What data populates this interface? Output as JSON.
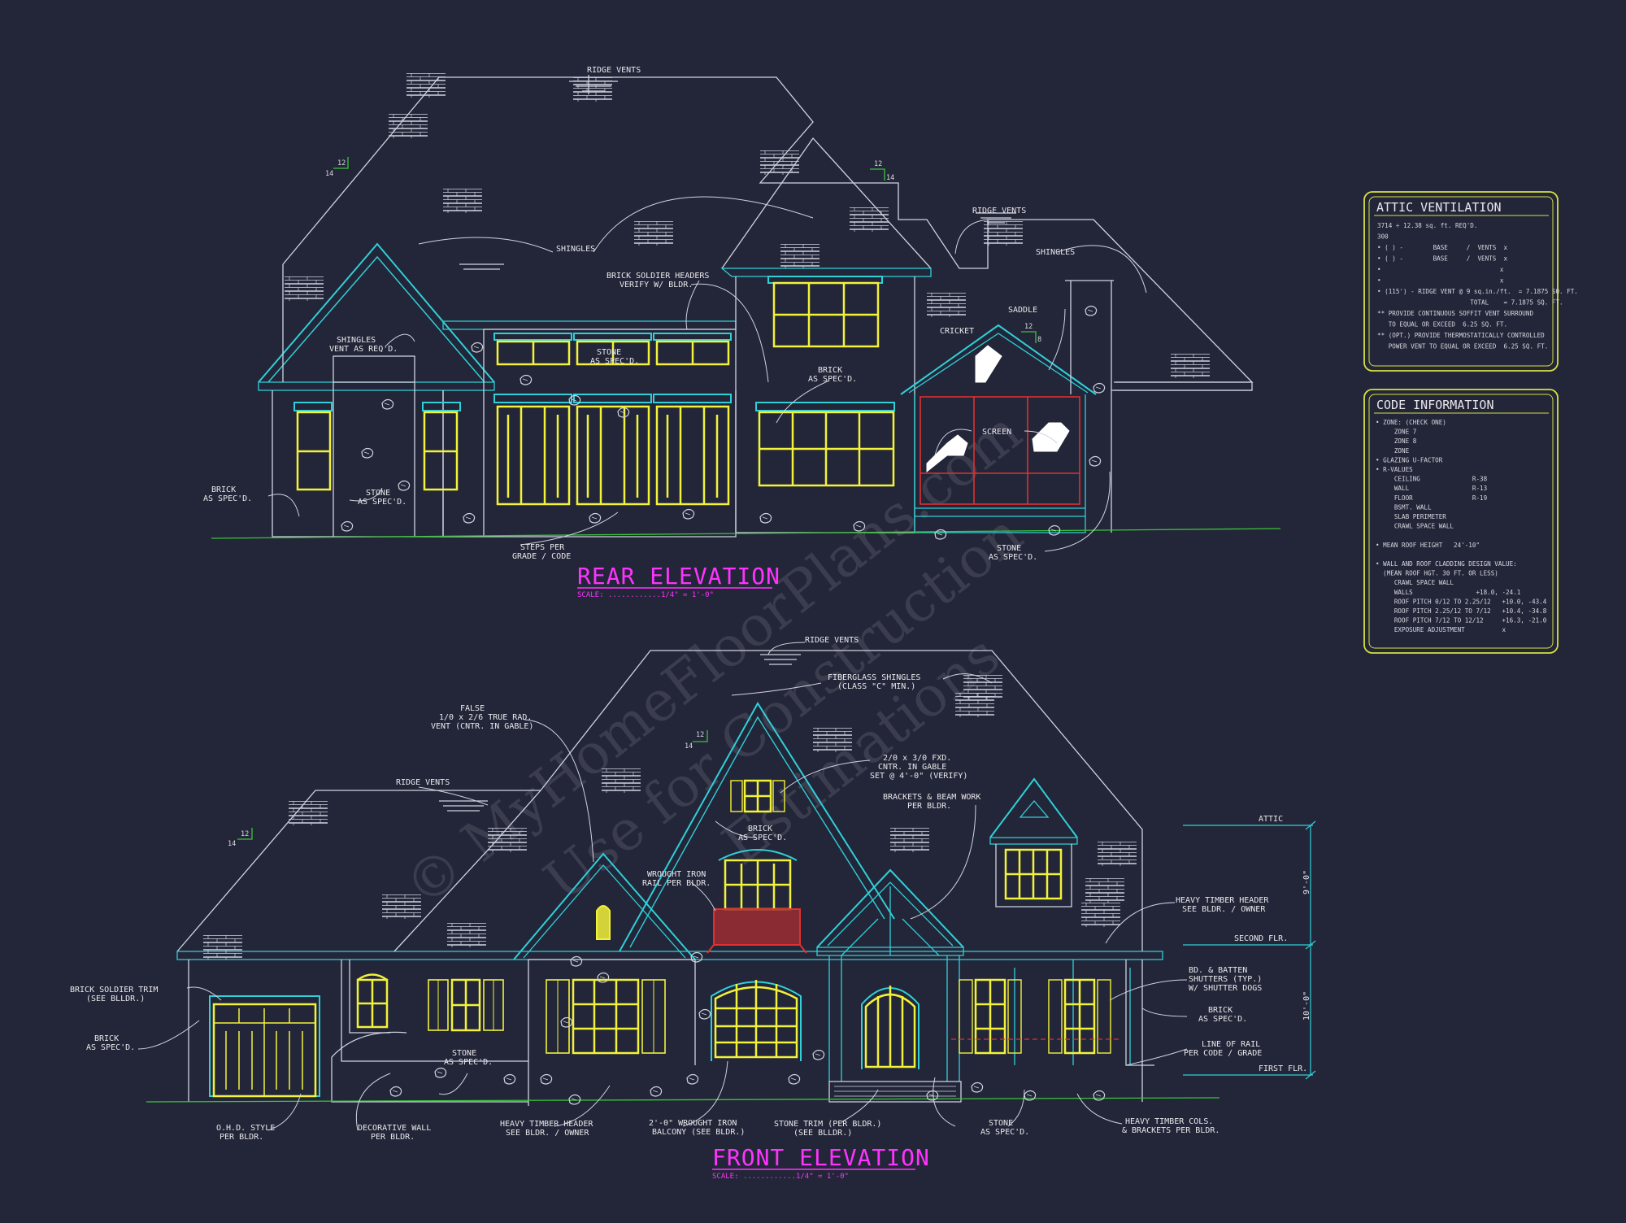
{
  "colors": {
    "background": "#232638",
    "outline": "#cfd3e0",
    "trim": "#2fd0d8",
    "glass": "#f2f23a",
    "red": "#e03030",
    "green": "#3ac43a",
    "magenta": "#ff33ff",
    "panel": "#d6e040"
  },
  "watermark": {
    "line1": "© MyHomeFloorPlans.com",
    "line2": "Use for Construction",
    "line3": "Estimations"
  },
  "rear": {
    "title": "REAR ELEVATION",
    "scale": "SCALE: ............1/4\" = 1'-0\"",
    "notes": {
      "ridge_vents_top": "RIDGE VENTS",
      "ridge_vents_right": "RIDGE VENTS",
      "shingles_left": "SHINGLES",
      "shingles_right": "SHINGLES",
      "brick_headers_1": "BRICK SOLDIER HEADERS",
      "brick_headers_2": "VERIFY W/ BLDR.",
      "shingles_vent_1": "SHINGLES",
      "shingles_vent_2": "VENT AS REQ'D.",
      "saddle": "SADDLE",
      "cricket": "CRICKET",
      "stone_mid_1": "STONE",
      "stone_mid_2": "AS SPEC'D.",
      "brick_mid_1": "BRICK",
      "brick_mid_2": "AS SPEC'D.",
      "screen": "SCREEN",
      "brick_left_1": "BRICK",
      "brick_left_2": "AS SPEC'D.",
      "stone_left_1": "STONE",
      "stone_left_2": "AS SPEC'D.",
      "steps_1": "STEPS PER",
      "steps_2": "GRADE / CODE",
      "stone_right_1": "STONE",
      "stone_right_2": "AS SPEC'D.",
      "pitch_left_rise": "12",
      "pitch_left_run": "14",
      "pitch_mid_rise": "12",
      "pitch_mid_run": "14",
      "pitch_porch_rise": "12",
      "pitch_porch_run": "8"
    }
  },
  "front": {
    "title": "FRONT ELEVATION",
    "scale": "SCALE: ............1/4\" = 1'-0\"",
    "notes": {
      "ridge_vents_top": "RIDGE VENTS",
      "ridge_vents_left": "RIDGE VENTS",
      "fiberglass_1": "FIBERGLASS SHINGLES",
      "fiberglass_2": "(CLASS \"C\" MIN.)",
      "false_vent_1": "FALSE",
      "false_vent_2": "1/0 x 2/6 TRUE RAD.",
      "false_vent_3": "VENT (CNTR. IN GABLE)",
      "fixed_1": "2/0 x 3/0 FXD.",
      "fixed_2": "CNTR. IN GABLE",
      "fixed_3": "SET @ 4'-0\" (VERIFY)",
      "brackets_1": "BRACKETS & BEAM WORK",
      "brackets_2": "PER BLDR.",
      "brick_gable_1": "BRICK",
      "brick_gable_2": "AS SPEC'D.",
      "wrought_1": "WROUGHT IRON",
      "wrought_2": "RAIL PER BLDR.",
      "timber_header_r_1": "HEAVY TIMBER HEADER",
      "timber_header_r_2": "SEE BLDR. / OWNER",
      "bd_batten_1": "BD. & BATTEN",
      "bd_batten_2": "SHUTTERS (TYP.)",
      "bd_batten_3": "W/ SHUTTER DOGS",
      "brick_right_1": "BRICK",
      "brick_right_2": "AS SPEC'D.",
      "line_rail_1": "LINE OF RAIL",
      "line_rail_2": "PER CODE / GRADE",
      "brick_soldier_1": "BRICK SOLDIER TRIM",
      "brick_soldier_2": "(SEE BLLDR.)",
      "brick_left_1": "BRICK",
      "brick_left_2": "AS SPEC'D.",
      "stone_left_1": "STONE",
      "stone_left_2": "AS SPEC'D.",
      "ohd_1": "O.H.D. STYLE",
      "ohd_2": "PER BLDR.",
      "deco_wall_1": "DECORATIVE WALL",
      "deco_wall_2": "PER BLDR.",
      "timber_header_b_1": "HEAVY TIMBER HEADER",
      "timber_header_b_2": "SEE BLDR. / OWNER",
      "balcony_1": "2'-0\" WROUGHT IRON",
      "balcony_2": "BALCONY (SEE BLDR.)",
      "stone_trim_1": "STONE TRIM (PER BLDR.)",
      "stone_trim_2": "(SEE BLLDR.)",
      "stone_right_1": "STONE",
      "stone_right_2": "AS SPEC'D.",
      "timber_cols_1": "HEAVY TIMBER COLS.",
      "timber_cols_2": "& BRACKETS PER BLDR.",
      "attic": "ATTIC",
      "second_flr": "SECOND FLR.",
      "first_flr": "FIRST FLR.",
      "dim_upper": "9'-0\"",
      "dim_lower": "10'-0\"",
      "pitch_left_rise": "12",
      "pitch_left_run": "14",
      "pitch_mid_rise": "12",
      "pitch_mid_run": "14"
    }
  },
  "attic_ventilation": {
    "heading": "ATTIC VENTILATION",
    "lines": [
      "3714 ÷ 12.38 sq. ft. REQ'D.",
      "300",
      "• ( ) -        BASE     /  VENTS  x",
      "• ( ) -        BASE     /  VENTS  x",
      "•                                x",
      "•                                x",
      "• (115') - RIDGE VENT @ 9 sq.in./ft.  = 7.1875 SQ. FT.",
      "                         TOTAL    = 7.1875 SQ. FT.",
      "** PROVIDE CONTINUOUS SOFFIT VENT SURROUND",
      "   TO EQUAL OR EXCEED  6.25 SQ. FT.",
      "** (OPT.) PROVIDE THERMOSTATICALLY CONTROLLED",
      "   POWER VENT TO EQUAL OR EXCEED  6.25 SQ. FT."
    ]
  },
  "code_information": {
    "heading": "CODE INFORMATION",
    "lines": [
      "• ZONE: (CHECK ONE)",
      "     ZONE 7",
      "     ZONE 8",
      "     ZONE",
      "• GLAZING U-FACTOR",
      "• R-VALUES",
      "     CEILING              R-38",
      "     WALL                 R-13",
      "     FLOOR                R-19",
      "     BSMT. WALL",
      "     SLAB PERIMETER",
      "     CRAWL SPACE WALL",
      "",
      "• MEAN ROOF HEIGHT   24'-10\"",
      "",
      "• WALL AND ROOF CLADDING DESIGN VALUE:",
      "  (MEAN ROOF HGT. 30 FT. OR LESS)",
      "     CRAWL SPACE WALL",
      "     WALLS                 +18.0, -24.1",
      "     ROOF PITCH 0/12 TO 2.25/12   +10.0, -43.4",
      "     ROOF PITCH 2.25/12 TO 7/12   +10.4, -34.8",
      "     ROOF PITCH 7/12 TO 12/12     +16.3, -21.0",
      "     EXPOSURE ADJUSTMENT          x"
    ]
  }
}
